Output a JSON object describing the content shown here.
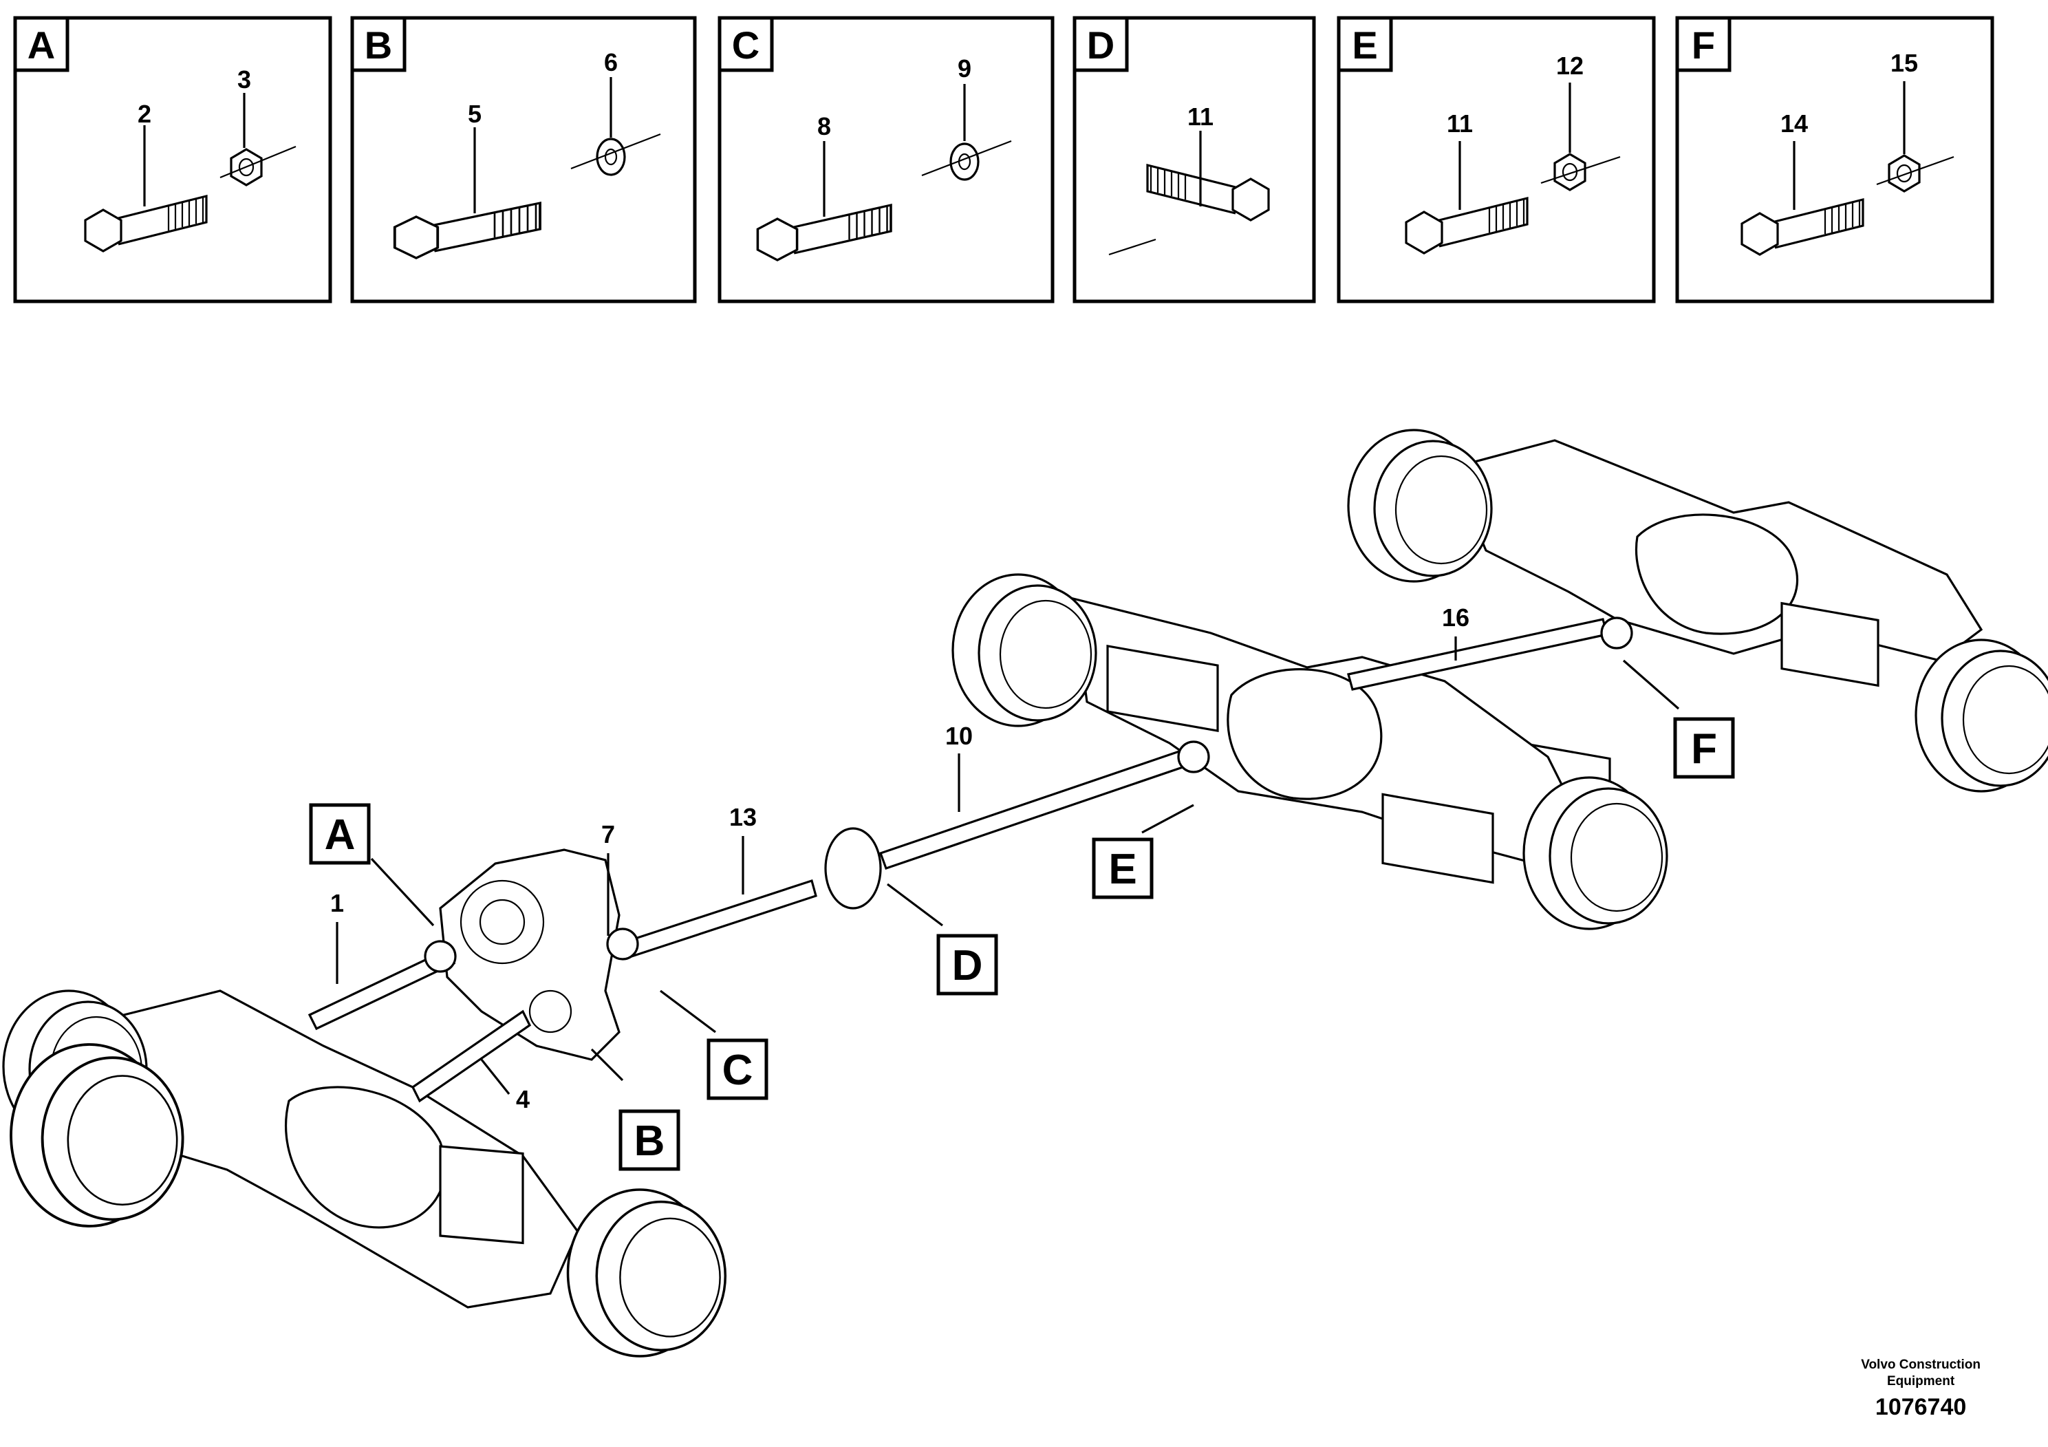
{
  "insets": [
    {
      "tag": "A",
      "labels": [
        "2",
        "3"
      ]
    },
    {
      "tag": "B",
      "labels": [
        "5",
        "6"
      ]
    },
    {
      "tag": "C",
      "labels": [
        "8",
        "9"
      ]
    },
    {
      "tag": "D",
      "labels": [
        "11"
      ]
    },
    {
      "tag": "E",
      "labels": [
        "11",
        "12"
      ]
    },
    {
      "tag": "F",
      "labels": [
        "14",
        "15"
      ]
    }
  ],
  "assembly": {
    "part_numbers": [
      "1",
      "4",
      "7",
      "13",
      "10",
      "16"
    ],
    "callouts": [
      "A",
      "B",
      "C",
      "D",
      "E",
      "F"
    ]
  },
  "footer": {
    "company": "Volvo Construction\nEquipment",
    "document_number": "1076740"
  }
}
